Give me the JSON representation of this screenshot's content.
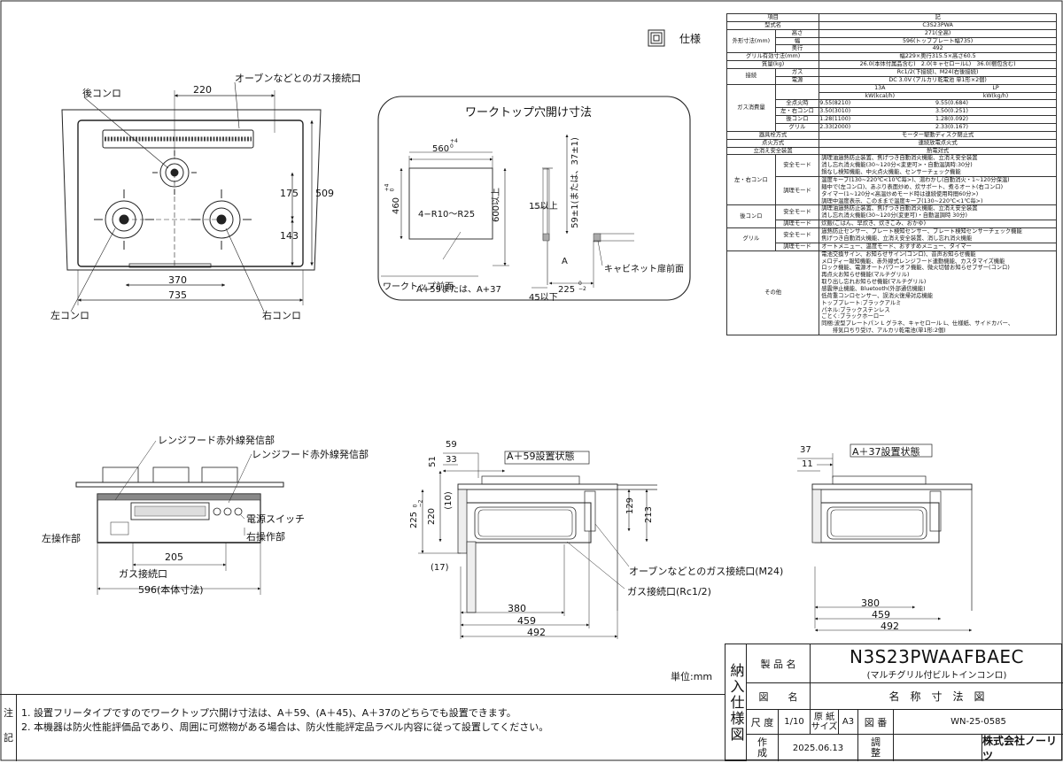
{
  "header": {
    "spec_title": "仕様",
    "unit": "単位:mm"
  },
  "spec_table": [
    [
      "項目",
      "記"
    ],
    [
      "型式名",
      "C3S23PWA"
    ],
    [
      "高さ",
      "271(全高)"
    ],
    [
      "外形寸法(mm)",
      "幅",
      "596(トッププレート幅735)"
    ],
    [
      "奥行",
      "492"
    ],
    [
      "グリル有効寸法(mm)",
      "幅229×奥行315.5×高さ60.5"
    ],
    [
      "質量(kg)",
      "26.0(本体付属品含む)　2.0(キャセロールL)　36.0(梱包含む)"
    ],
    [
      "接続",
      "ガス",
      "Rc1/2(下接続)、M24(右後接続)"
    ],
    [
      "電源",
      "DC 3.0V (アルカリ乾電池 単1形×2個)"
    ],
    [
      "ガス消費量",
      "13A",
      "LP"
    ],
    [
      "kW(kcal/h)",
      "kW(kg/h)"
    ],
    [
      "全点火時",
      "9.55(8210)",
      "9.55(0.684)"
    ],
    [
      "左・右コンロ",
      "3.50(3010)",
      "3.50(0.251)"
    ],
    [
      "後コンロ",
      "1.28(1100)",
      "1.28(0.092)"
    ],
    [
      "グリル",
      "2.33(2000)",
      "2.33(0.167)"
    ],
    [
      "器具栓方式",
      "モーター駆動ディスク閉止式"
    ],
    [
      "点火方式",
      "連続放電点火式"
    ],
    [
      "立消え安全装置",
      "熱電対式"
    ],
    [
      "左・右コンロ",
      "安全モード",
      "調理油過熱防止装置、焦げつき自動消火機能、立消え安全装置\n消し忘れ消火機能(30~120分<変更可>・自動温調時:30分)\n鍋なし検知機能、中火点火機能、センサーチェック機能"
    ],
    [
      "調理モード",
      "温度キープ(130~220℃<10℃毎>)、湯わかし(自動消火・1~120分保温)\n麺中で(左コンロ)、あぶり表面炒め、炊サポート、煮るオート(右コンロ)\nタイマー(1~120分<高温炒めモード時は連続使用時間60分>)\n調理中温度表示、このままで温度キープ(130~220℃<1℃毎>)"
    ],
    [
      "後コンロ",
      "安全モード",
      "調理油過熱防止装置、焦げつき自動消火機能、立消え安全装置\n消し忘れ消火機能(30~120分(変更可)・自動温調時 30分)"
    ],
    [
      "調理モード",
      "炊飯(ごはん、早炊き、炊きこみ、おかゆ)"
    ],
    [
      "グリル",
      "安全モード",
      "過熱防止センサー、プレート検知センサー、プレート検知センサーチェック機能\n焦げつき自動消火機能、立消え安全装置、消し忘れ消火機能"
    ],
    [
      "調理モード",
      "オートメニュー、温度モード、おすすめメニュー、タイマー"
    ],
    [
      "その他",
      "電池交換サイン、お知らせサイン(コンロ)、音声お知らせ機能\nメロディー報知機能、赤外線式レンジフード連動機能、カスタマイズ機能\nロック機能、電源オートパワーオフ機能、微火切替お知らせブザー(コンロ)\n再点火お知らせ機能(マルチグリル)\n取り出し忘れお知らせ機能(マルチグリル)\n感震停止機能、Bluetooth(外部通信機能)\n低荷重コンロセンサー、誤消火復帰対応機能\nトッププレート:ブラックアルミ\nパネル:ブラックステンレス\nごとく:ブラックホーロー\n同梱:波型プレートパン L グラネ、キャセロール L、仕様紙、サイドカバー、\n　　排気口ちり受け、アルカリ乾電池(単1形:2個)"
    ]
  ],
  "top_view": {
    "labels": {
      "rear": "後コンロ",
      "gas_top": "オーブンなどとのガス接続口",
      "left": "左コンロ",
      "right": "右コンロ"
    },
    "dims": {
      "d220": "220",
      "d175": "175",
      "d509": "509",
      "d143": "143",
      "d370": "370",
      "d735": "735"
    }
  },
  "cutout": {
    "title": "ワークトップ穴開け寸法",
    "d560": "560",
    "tol560": "+4\n0",
    "d460": "460",
    "tol460": "+4\n0",
    "r": "4−R10〜R25",
    "d600": "600以上",
    "d15": "15以上",
    "d45": "45以下",
    "front": "ワークトップ前面",
    "a59": "A+59または、A+37",
    "d59": "59±1(または、37±1)",
    "cab": "キャビネット扉前面",
    "d225": "225",
    "tol225": "0\n−2",
    "letter_a": "A"
  },
  "front_view": {
    "labels": {
      "ir1": "レンジフード赤外線発信部",
      "ir2": "レンジフード赤外線発信部",
      "power": "電源スイッチ",
      "right_op": "右操作部",
      "left_op": "左操作部",
      "gas": "ガス接続口",
      "body": "596(本体寸法)"
    },
    "dims": {
      "d205": "205"
    }
  },
  "side59": {
    "title": "A＋59設置状態",
    "dims": {
      "d59": "59",
      "d33": "33",
      "d51": "51",
      "d10": "(10)",
      "d220": "220",
      "d225": "225",
      "tol": "0\n−2",
      "d17": "(17)",
      "d129": "129",
      "d213": "213",
      "d380": "380",
      "d459": "459",
      "d492": "492"
    },
    "labels": {
      "oven": "オーブンなどとのガス接続口(M24)",
      "gas": "ガス接続口(Rc1/2)"
    }
  },
  "side37": {
    "title": "A＋37設置状態",
    "dims": {
      "d37": "37",
      "d11": "11",
      "d380": "380",
      "d459": "459",
      "d492": "492"
    }
  },
  "notes": {
    "head1": "注",
    "head2": "記",
    "line1": "1. 設置フリータイプですのでワークトップ穴開け寸法は、A＋59、(A＋45)、A＋37のどちらでも設置できます。",
    "line2": "2. 本機器は防火性能評価品であり、周囲に可燃物がある場合は、防火性能評定品ラベル内容に従って設置してください。"
  },
  "title_block": {
    "nouyu": "納入仕様図",
    "product_label": "製 品 名",
    "product": "N3S23PWAAFBAEC",
    "product_sub": "(マルチグリル付ビルトインコンロ)",
    "zumei_label": "図　　名",
    "zumei": "名　称　寸　法　図",
    "scale_label": "尺 度",
    "scale": "1/10",
    "paper_label": "原 紙\nサイズ",
    "paper": "A3",
    "zuban_label": "図 番",
    "zuban": "WN-25-0585",
    "made_label": "作\n成",
    "date": "2025.06.13",
    "check_label": "調\n整",
    "company": "株式会社ノーリツ"
  }
}
